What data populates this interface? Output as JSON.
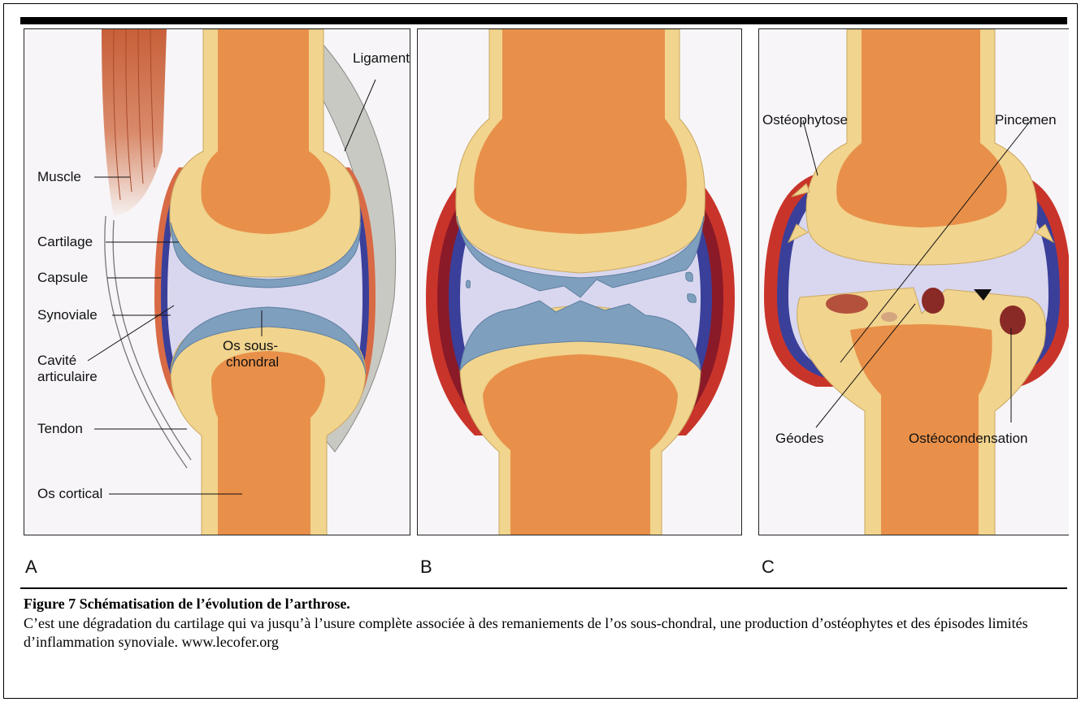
{
  "panels": {
    "a": {
      "letter": "A",
      "labels": {
        "ligament": "Ligament",
        "muscle": "Muscle",
        "cartilage": "Cartilage",
        "capsule": "Capsule",
        "synoviale": "Synoviale",
        "cavite": "Cavité",
        "articulaire": "articulaire",
        "tendon": "Tendon",
        "os_cortical": "Os cortical",
        "os_sous": "Os sous-",
        "chondral": "chondral"
      }
    },
    "b": {
      "letter": "B"
    },
    "c": {
      "letter": "C",
      "labels": {
        "osteophytose": "Ostéophytose",
        "pincement": "Pincemen",
        "geodes": "Géodes",
        "osteocondensation": "Ostéocondensation"
      }
    }
  },
  "caption": {
    "title": "Figure 7 Schématisation de l’évolution de l’arthrose.",
    "text": "C’est une dégradation du cartilage qui va jusqu’à l’usure complète associée à des remaniements de l’os sous-chondral, une production d’ostéophytes et des épisodes limités d’inflammation synoviale. www.lecofer.org"
  },
  "colors": {
    "bone_marrow": "#e8904a",
    "cortical": "#f1d48e",
    "cartilage": "#7f9fbf",
    "cavity": "#d9d7ef",
    "capsule_red": "#c9342a",
    "synovial_blue": "#3a3f9a",
    "muscle": "#c8603a",
    "ligament": "#c8c8c2"
  }
}
